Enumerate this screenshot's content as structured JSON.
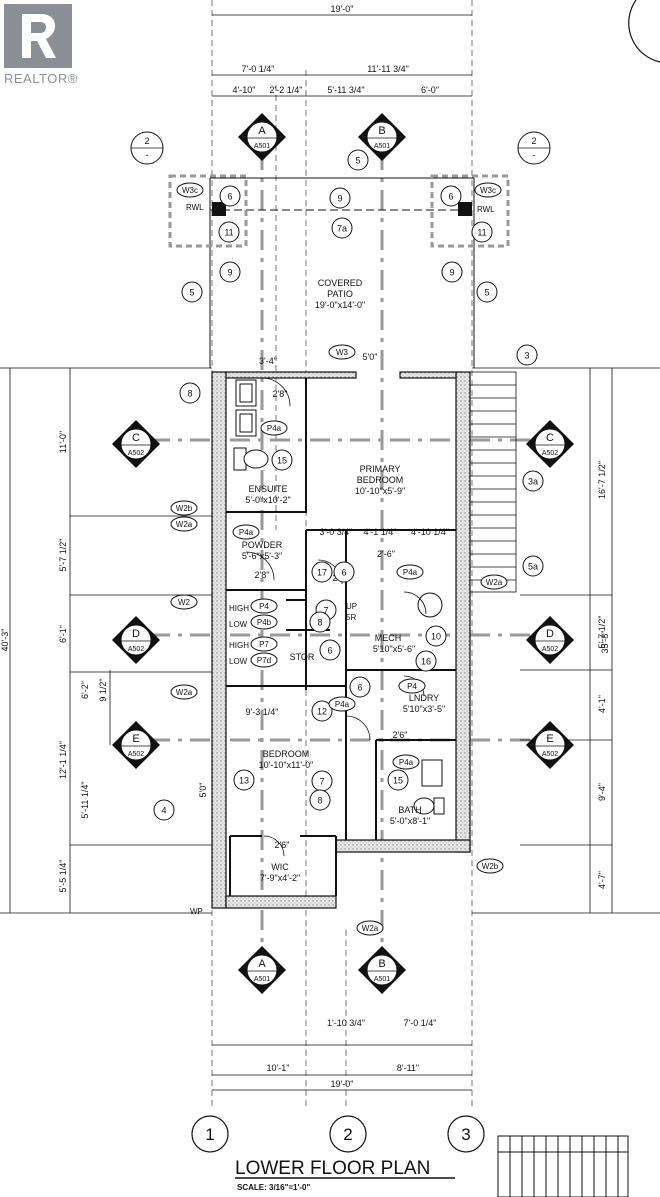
{
  "brand": {
    "logo_text": "REALTOR®"
  },
  "title": "LOWER FLOOR PLAN",
  "scale": "SCALE: 3/16\"=1'-0\"",
  "grid_bubbles": [
    "1",
    "2",
    "3"
  ],
  "rooms": {
    "covered_patio": {
      "name": "COVERED\nPATIO",
      "size": "19'-0\"x14'-0\""
    },
    "primary_bedroom": {
      "name": "PRIMARY\nBEDROOM",
      "size": "10'-10\"x5'-9\""
    },
    "ensuite": {
      "name": "ENSUITE",
      "size": "5'-0\"x10'-2\""
    },
    "powder": {
      "name": "POWDER",
      "size": "5'-6\"x5'-3\""
    },
    "mech": {
      "name": "MECH",
      "size": "5'10\"x5'-6\""
    },
    "stor": {
      "name": "STOR"
    },
    "lndry": {
      "name": "LNDRY",
      "size": "5'10\"x3'-5\""
    },
    "bedroom": {
      "name": "BEDROOM",
      "size": "10'-10\"x11'-0\""
    },
    "bath": {
      "name": "BATH",
      "size": "5'-0\"x8'-1\""
    },
    "wic": {
      "name": "WIC",
      "size": "7'-9\"x4'-2\""
    }
  },
  "dimensions": {
    "top_overall": "19'-0\"",
    "top_left": "7'-0 1/4\"",
    "top_right": "11'-11 3/4\"",
    "top_sub_1": "4'-10\"",
    "top_sub_2": "2'-2 1/4\"",
    "top_sub_3": "5'-11 3/4\"",
    "top_sub_4": "6'-0\"",
    "bottom_overall": "19'-0\"",
    "bottom_left": "10'-1\"",
    "bottom_right": "8'-11\"",
    "bottom_sub_1": "1'-10 3/4\"",
    "bottom_sub_2": "7'-0 1/4\"",
    "left_overall": "40'-3\"",
    "left_1": "11'-0\"",
    "left_2": "5'-7 1/2\"",
    "left_3": "6'-1\"",
    "left_4": "6'-2\"",
    "left_4b": "9 1/2\"",
    "left_5": "12'-1 1/4\"",
    "left_6": "5'-11 1/4\"",
    "left_7": "5'-5 1/4\"",
    "right_overall": "35'-8\"",
    "right_1": "16'-7 1/2\"",
    "right_2": "5'-7 1/2\"",
    "right_3": "4'-1\"",
    "right_4": "9'-4\"",
    "right_5": "4'-7\"",
    "int_1": "3'-0 3/4\"",
    "int_2": "4'-1 1/4\"",
    "int_3": "4'-10 1/4\"",
    "int_4": "2'-6\"",
    "int_5": "9'-3 1/4\"",
    "door_1": "2'8\"",
    "door_2": "2'8\"",
    "door_3": "2'8\"",
    "door_4": "2'6\"",
    "door_5": "2'6\"",
    "win_1": "5'0\"",
    "win_2": "5'0\"",
    "stair_1": "3'-4\""
  },
  "section_markers": [
    {
      "letter": "A",
      "sheet": "A501"
    },
    {
      "letter": "B",
      "sheet": "A501"
    },
    {
      "letter": "A",
      "sheet": "A501"
    },
    {
      "letter": "B",
      "sheet": "A501"
    },
    {
      "letter": "C",
      "sheet": "A502"
    },
    {
      "letter": "C",
      "sheet": "A502"
    },
    {
      "letter": "D",
      "sheet": "A502"
    },
    {
      "letter": "D",
      "sheet": "A502"
    },
    {
      "letter": "E",
      "sheet": "A502"
    },
    {
      "letter": "E",
      "sheet": "A502"
    }
  ],
  "detail_bubbles": {
    "top": "2",
    "bottom": "-"
  },
  "callouts": {
    "n5": "5",
    "n9": "9",
    "n7a": "7a",
    "n6": "6",
    "n11": "11",
    "n8": "8",
    "n3": "3",
    "n3a": "3a",
    "n5a": "5a",
    "n15": "15",
    "n17": "17",
    "n7": "7",
    "n10": "10",
    "n16": "16",
    "n12": "12",
    "n13": "13",
    "n4": "4"
  },
  "tags": {
    "W3c": "W3c",
    "W3": "W3",
    "W2": "W2",
    "W2a": "W2a",
    "W2b": "W2b",
    "P4a": "P4a",
    "P4b": "P4b",
    "P4": "P4",
    "P7": "P7",
    "P7d": "P7d",
    "RWL": "RWL",
    "WP": "WP"
  },
  "labels": {
    "high": "HIGH",
    "low": "LOW",
    "up": "UP",
    "sr": "5R"
  }
}
